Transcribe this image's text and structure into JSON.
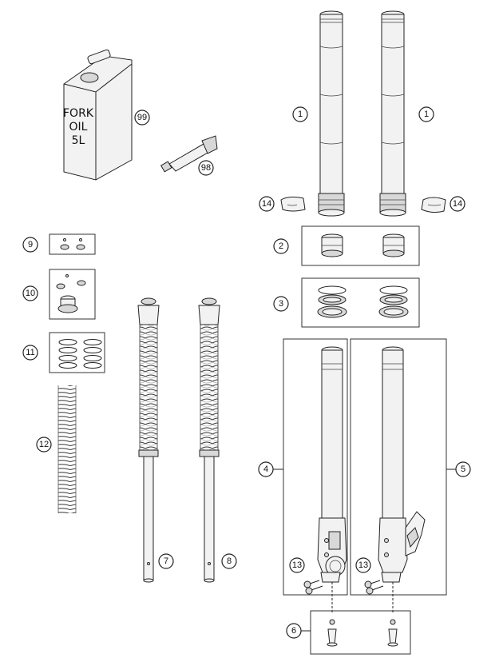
{
  "can_label": [
    "FORK",
    "OIL",
    "5L"
  ],
  "callouts": {
    "c1a": "1",
    "c1b": "1",
    "c2": "2",
    "c3": "3",
    "c4": "4",
    "c5": "5",
    "c6": "6",
    "c7": "7",
    "c8": "8",
    "c9": "9",
    "c10": "10",
    "c11": "11",
    "c12": "12",
    "c13a": "13",
    "c13b": "13",
    "c14a": "14",
    "c14b": "14",
    "c98": "98",
    "c99": "99"
  }
}
